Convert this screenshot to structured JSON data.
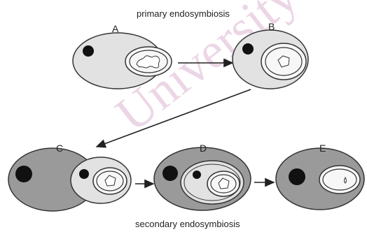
{
  "diagram": {
    "top_label": "primary endosymbiosis",
    "bottom_label": "secondary endosymbiosis",
    "stages": [
      "A",
      "B",
      "C",
      "D",
      "E"
    ]
  },
  "watermark": {
    "text": "University of Cape Town",
    "color": "#ecd6e6"
  },
  "colors": {
    "light_cell": "#e2e2e2",
    "dark_cell": "#9a9a9a",
    "nucleus": "#111111",
    "outline": "#333333",
    "plastid": "#f7f7f7"
  }
}
